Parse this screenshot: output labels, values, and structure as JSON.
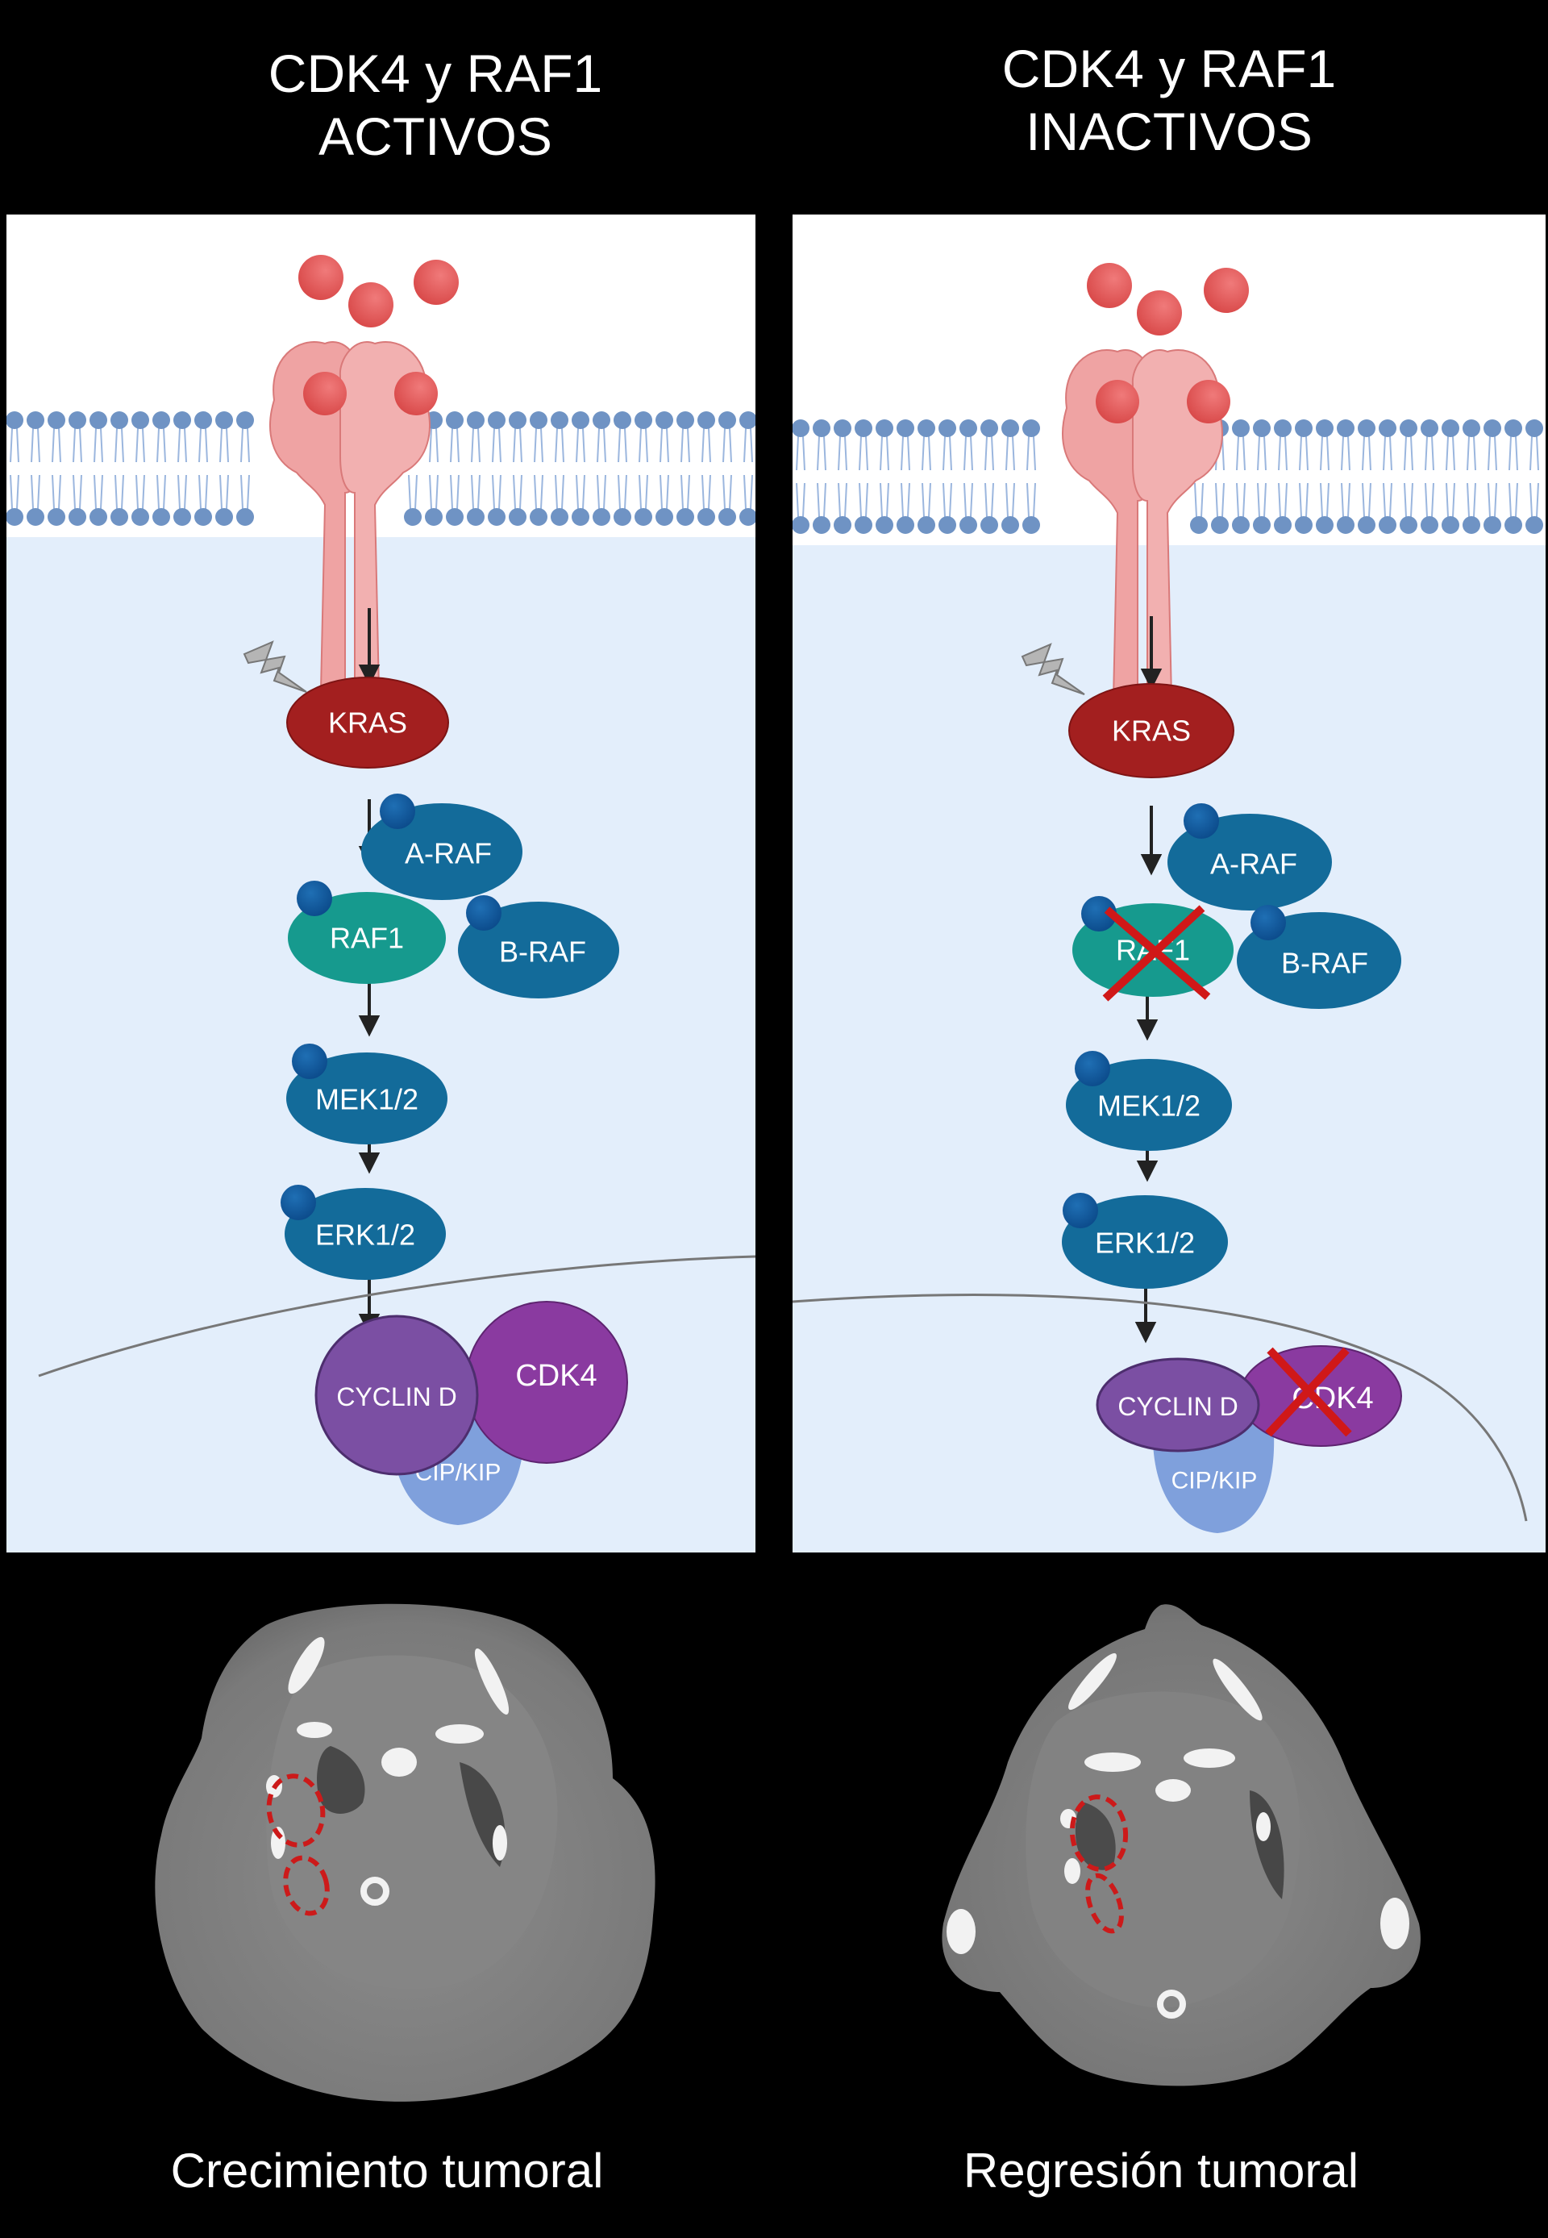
{
  "header": {
    "left_title_line1": "CDK4 y RAF1",
    "left_title_line2": "ACTIVOS",
    "right_title_line1": "CDK4 y RAF1",
    "right_title_line2": "INACTIVOS"
  },
  "panels": {
    "left": {
      "state": "active",
      "nodes": {
        "kras": "KRAS",
        "araf": "A-RAF",
        "raf1": "RAF1",
        "braf": "B-RAF",
        "mek": "MEK1/2",
        "erk": "ERK1/2",
        "cyclin": "CYCLIN D",
        "cdk4": "CDK4",
        "cipkip": "CIP/KIP"
      },
      "inhibited": []
    },
    "right": {
      "state": "inactive",
      "nodes": {
        "kras": "KRAS",
        "araf": "A-RAF",
        "raf1": "RAF1",
        "braf": "B-RAF",
        "mek": "MEK1/2",
        "erk": "ERK1/2",
        "cyclin": "CYCLIN D",
        "cdk4": "CDK4",
        "cipkip": "CIP/KIP"
      },
      "inhibited": [
        "RAF1",
        "CDK4"
      ]
    }
  },
  "ct_scans": {
    "left_caption": "Crecimiento tumoral",
    "right_caption": "Regresión tumoral"
  },
  "colors": {
    "kras": "#a31f1f",
    "raf_family": "#136b9a",
    "raf1": "#169a8e",
    "mek_erk": "#136b9a",
    "cyclin": "#7b4fa3",
    "cdk4": "#8a3aa0",
    "cipkip": "#7fa0dc",
    "ligand": "#e05858",
    "receptor": "#efa3a3",
    "membrane_head": "#6f93c4",
    "cytoplasm": "#e3eefb",
    "inhibition_cross": "#d01818",
    "tumor_outline": "#d01818"
  }
}
